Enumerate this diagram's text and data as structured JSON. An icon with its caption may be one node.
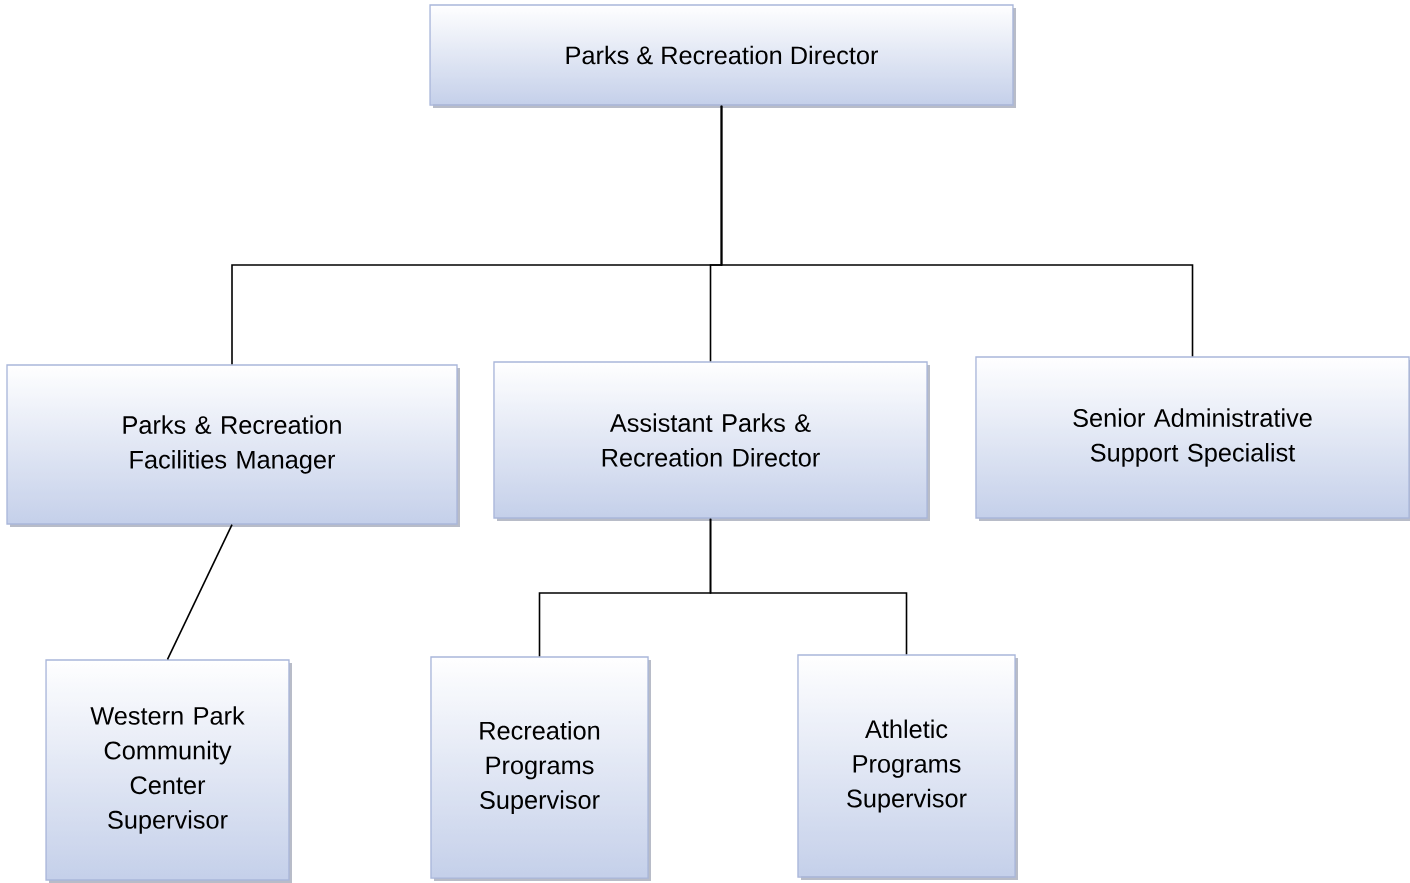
{
  "diagram": {
    "nodes": [
      {
        "text": [
          "Parks & Recreation Director"
        ]
      },
      {
        "text": [
          "Parks & Recreation Facilities Manager"
        ]
      },
      {
        "text": [
          "Assistant Parks & Recreation Director"
        ]
      },
      {
        "text": [
          "Senior Administrative Support Specialist"
        ]
      },
      {
        "text": [
          "Western Park Community Center Supervisor"
        ]
      },
      {
        "text": [
          "Recreation Programs Supervisor"
        ]
      },
      {
        "text": [
          "Athletic Programs Supervisor"
        ]
      }
    ],
    "edges": [
      {
        "from": 0,
        "to": 1,
        "arrow": "none"
      },
      {
        "from": 0,
        "to": 2,
        "arrow": "none"
      },
      {
        "from": 0,
        "to": 3,
        "arrow": "none"
      },
      {
        "from": 1,
        "to": 4,
        "arrow": "none"
      },
      {
        "from": 2,
        "to": 5,
        "arrow": "none"
      },
      {
        "from": 2,
        "to": 6,
        "arrow": "none"
      }
    ]
  }
}
